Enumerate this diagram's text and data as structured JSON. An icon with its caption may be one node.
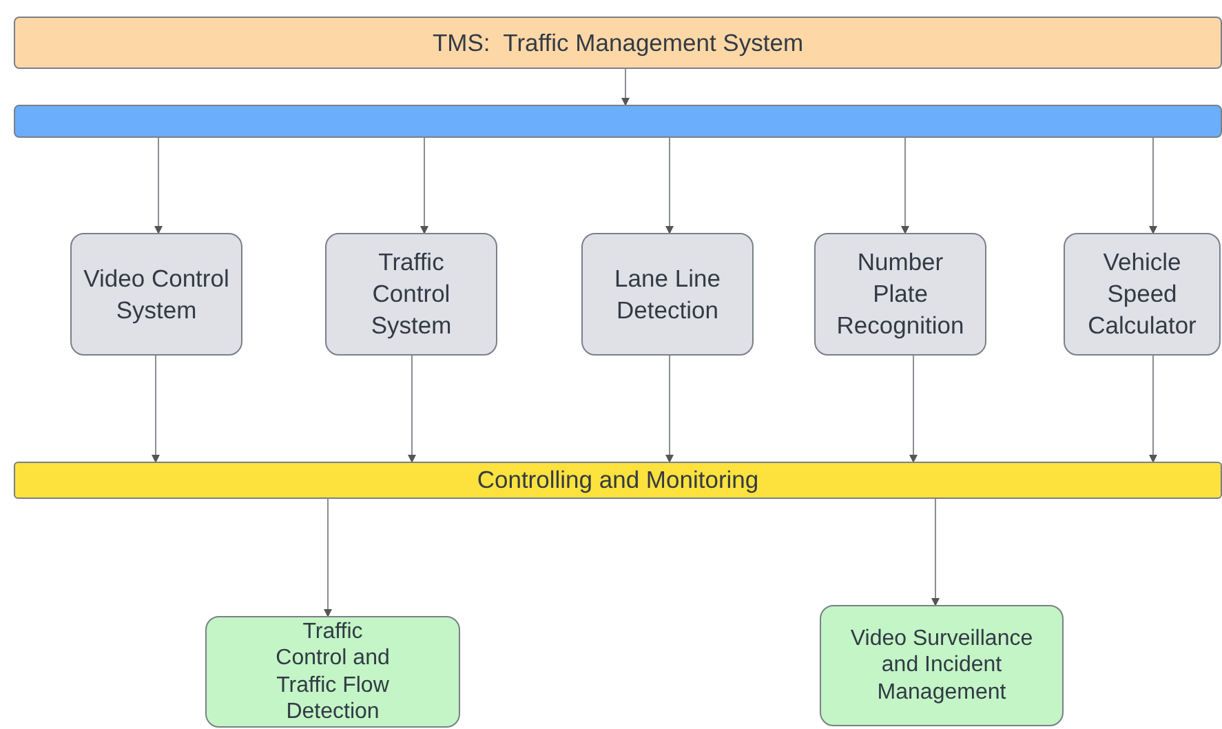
{
  "diagram": {
    "nodes": [
      {
        "text": [
          "TMS:  Traffic Management System"
        ]
      },
      {
        "text": [],
        "shape": "bar"
      },
      {
        "text": [
          "Video Control System"
        ]
      },
      {
        "text": [
          "Traffic Control System"
        ]
      },
      {
        "text": [
          "Lane Line Detection"
        ]
      },
      {
        "text": [
          "Number Plate Recognition"
        ]
      },
      {
        "text": [
          "Vehicle Speed Calculator"
        ]
      },
      {
        "text": [
          "Controlling and Monitoring"
        ]
      },
      {
        "text": [
          "Traffic Control and Traffic Flow Detection"
        ]
      },
      {
        "text": [
          "Video Surveillance and Incident Management"
        ]
      }
    ],
    "edges": [
      {
        "from": 0,
        "to": 1,
        "arrow": "to"
      },
      {
        "from": 1,
        "to": 2,
        "arrow": "to"
      },
      {
        "from": 1,
        "to": 3,
        "arrow": "to"
      },
      {
        "from": 1,
        "to": 4,
        "arrow": "to"
      },
      {
        "from": 1,
        "to": 5,
        "arrow": "to"
      },
      {
        "from": 1,
        "to": 6,
        "arrow": "to"
      },
      {
        "from": 2,
        "to": 7,
        "arrow": "to"
      },
      {
        "from": 3,
        "to": 7,
        "arrow": "to"
      },
      {
        "from": 4,
        "to": 7,
        "arrow": "to"
      },
      {
        "from": 5,
        "to": 7,
        "arrow": "to"
      },
      {
        "from": 6,
        "to": 7,
        "arrow": "to"
      },
      {
        "from": 7,
        "to": 8,
        "arrow": "to"
      },
      {
        "from": 7,
        "to": 9,
        "arrow": "to"
      }
    ]
  }
}
